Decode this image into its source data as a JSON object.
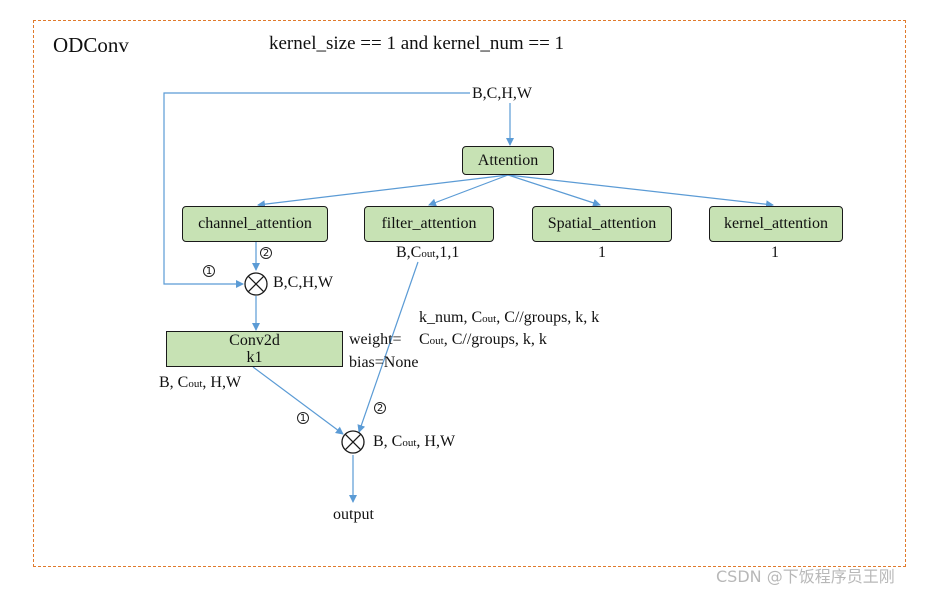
{
  "title": "ODConv",
  "condition": "kernel_size == 1 and kernel_num == 1",
  "input_shape": "B,C,H,W",
  "attention": {
    "label": "Attention"
  },
  "branches": {
    "channel": {
      "label": "channel_attention"
    },
    "filter": {
      "label": "filter_attention",
      "out_pre": "B,C",
      "out_sub": "out",
      "out_post": ",1,1"
    },
    "spatial": {
      "label": "Spatial_attention",
      "out": "1"
    },
    "kernel": {
      "label": "kernel_attention",
      "out": "1"
    }
  },
  "multiply1": {
    "marker_left": "1",
    "marker_top": "2",
    "shape": "B,C,H,W"
  },
  "conv2d": {
    "line1": "Conv2d",
    "line2": "k1",
    "out_pre": "B, C",
    "out_sub": "out",
    "out_post": ", H,W"
  },
  "weight": {
    "label": "weight=",
    "line1_pre": "k_num, C",
    "line1_sub": "out",
    "line1_post": ", C//groups,  k, k",
    "line2_pre": "C",
    "line2_sub": "out",
    "line2_post": ", C//groups,  k, k",
    "bias": "bias=None"
  },
  "multiply2": {
    "marker_left": "1",
    "marker_right": "2",
    "shape_pre": "B, C",
    "shape_sub": "out",
    "shape_post": ", H,W"
  },
  "output": {
    "label": "output"
  },
  "watermark": "CSDN @下饭程序员王刚",
  "colors": {
    "frame": "#e07a2c",
    "box_fill": "#c7e2b4",
    "arrow": "#5b9bd5"
  }
}
